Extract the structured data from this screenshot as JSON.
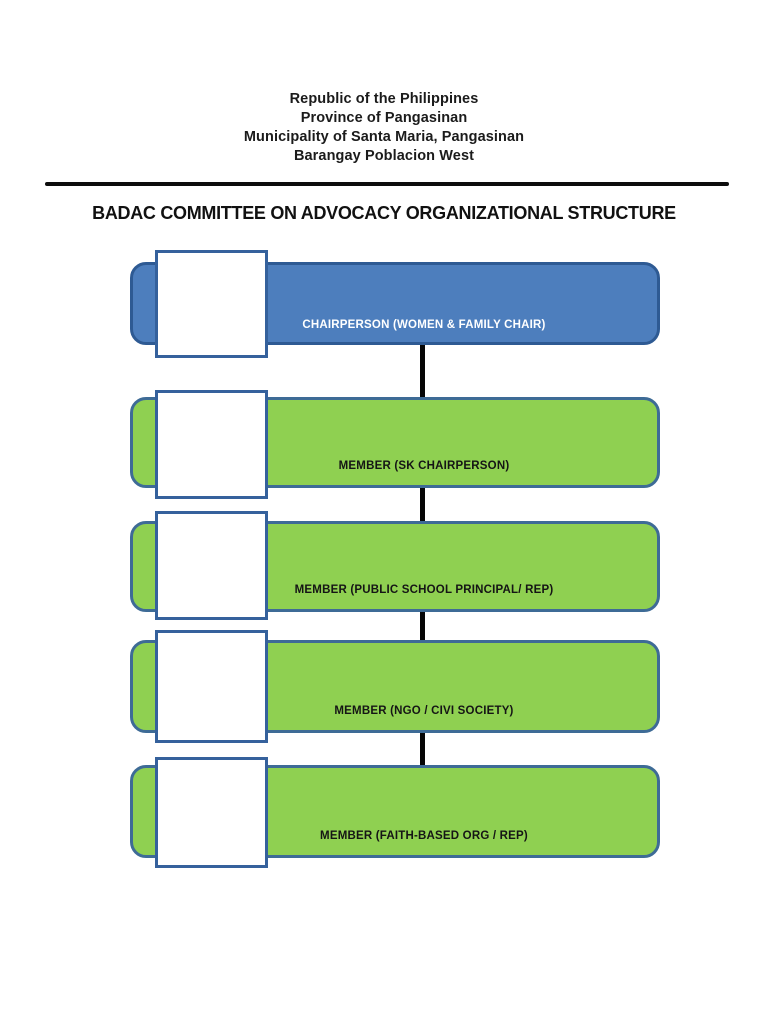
{
  "document": {
    "header_lines": [
      "Republic of the Philippines",
      "Province of Pangasinan",
      "Municipality of Santa Maria, Pangasinan",
      "Barangay Poblacion West"
    ],
    "title": "BADAC COMMITTEE ON ADVOCACY ORGANIZATIONAL STRUCTURE"
  },
  "org_chart": {
    "type": "vertical-org-structure",
    "root": "CHAIRPERSON (WOMEN & FAMILY CHAIR)",
    "nodes": [
      {
        "label": "CHAIRPERSON (WOMEN & FAMILY CHAIR)",
        "level": "chairperson",
        "fill": "#4d7ebd",
        "border": "#2e5a93",
        "text_color": "#ffffff",
        "photo_placeholder": true
      },
      {
        "label": "MEMBER (SK CHAIRPERSON)",
        "level": "member",
        "fill": "#8fd051",
        "border": "#3e6b96",
        "text_color": "#151515",
        "photo_placeholder": true
      },
      {
        "label": "MEMBER (PUBLIC SCHOOL PRINCIPAL/ REP)",
        "level": "member",
        "fill": "#8fd051",
        "border": "#3e6b96",
        "text_color": "#151515",
        "photo_placeholder": true
      },
      {
        "label": "MEMBER (NGO / CIVI SOCIETY)",
        "level": "member",
        "fill": "#8fd051",
        "border": "#3e6b96",
        "text_color": "#151515",
        "photo_placeholder": true
      },
      {
        "label": "MEMBER (FAITH-BASED ORG / REP)",
        "level": "member",
        "fill": "#8fd051",
        "border": "#3e6b96",
        "text_color": "#151515",
        "photo_placeholder": true
      }
    ],
    "connector_color": "#060606"
  }
}
